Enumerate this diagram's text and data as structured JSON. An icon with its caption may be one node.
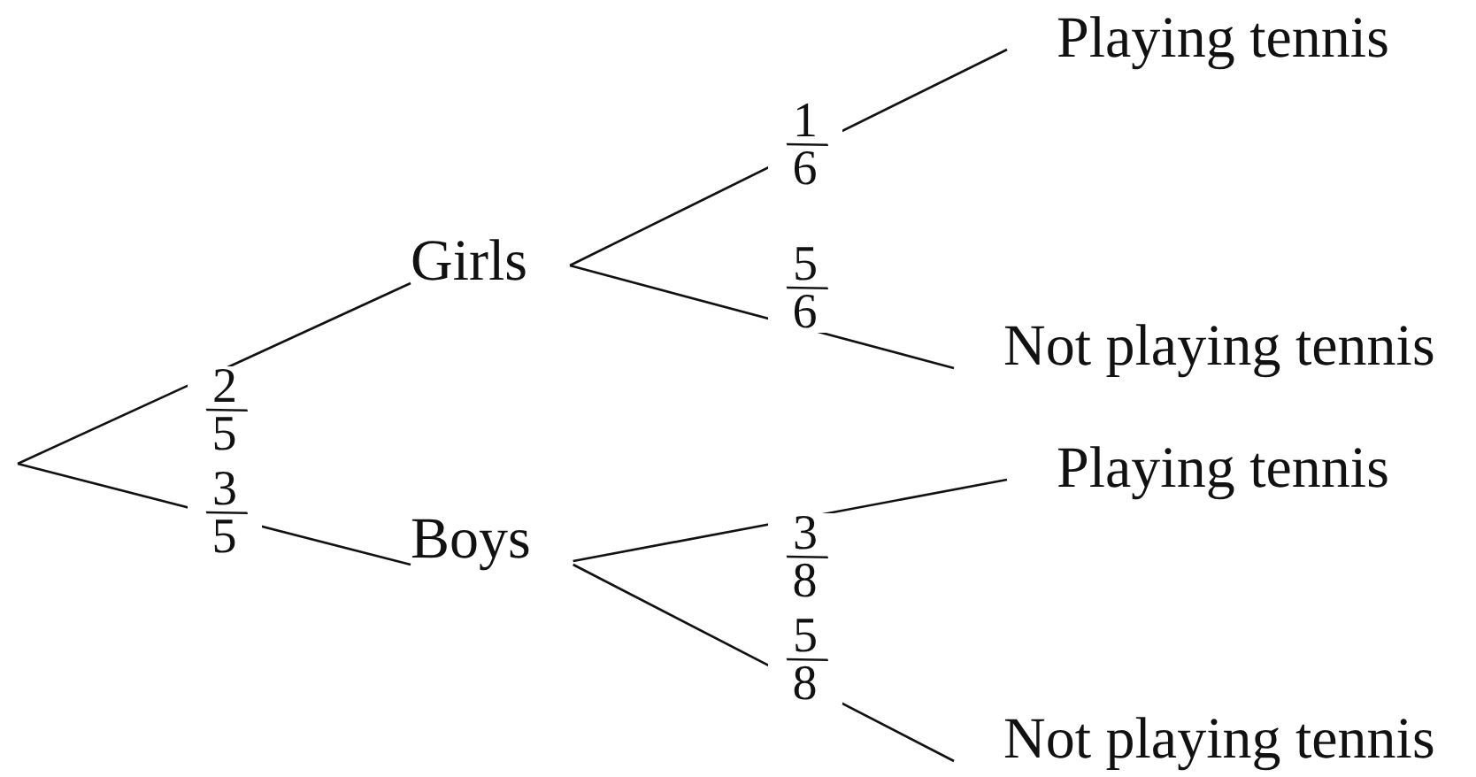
{
  "diagram": {
    "nodes": [
      {
        "text": [
          "Girls"
        ]
      },
      {
        "text": [
          "Boys"
        ]
      },
      {
        "text": [
          "Playing tennis"
        ]
      },
      {
        "text": [
          "Not playing tennis"
        ]
      },
      {
        "text": [
          "Playing tennis"
        ]
      },
      {
        "text": [
          "Not playing tennis"
        ]
      }
    ],
    "edges": [
      {
        "from": null,
        "to": 0,
        "arrow": "none",
        "label": "2/5"
      },
      {
        "from": null,
        "to": 1,
        "arrow": "none",
        "label": "3/5"
      },
      {
        "from": 0,
        "to": 2,
        "arrow": "none",
        "label": "1/6"
      },
      {
        "from": 0,
        "to": 3,
        "arrow": "none",
        "label": "5/6"
      },
      {
        "from": 1,
        "to": 4,
        "arrow": "none",
        "label": "3/8"
      },
      {
        "from": 1,
        "to": 5,
        "arrow": "none",
        "label": "5/8"
      }
    ]
  }
}
